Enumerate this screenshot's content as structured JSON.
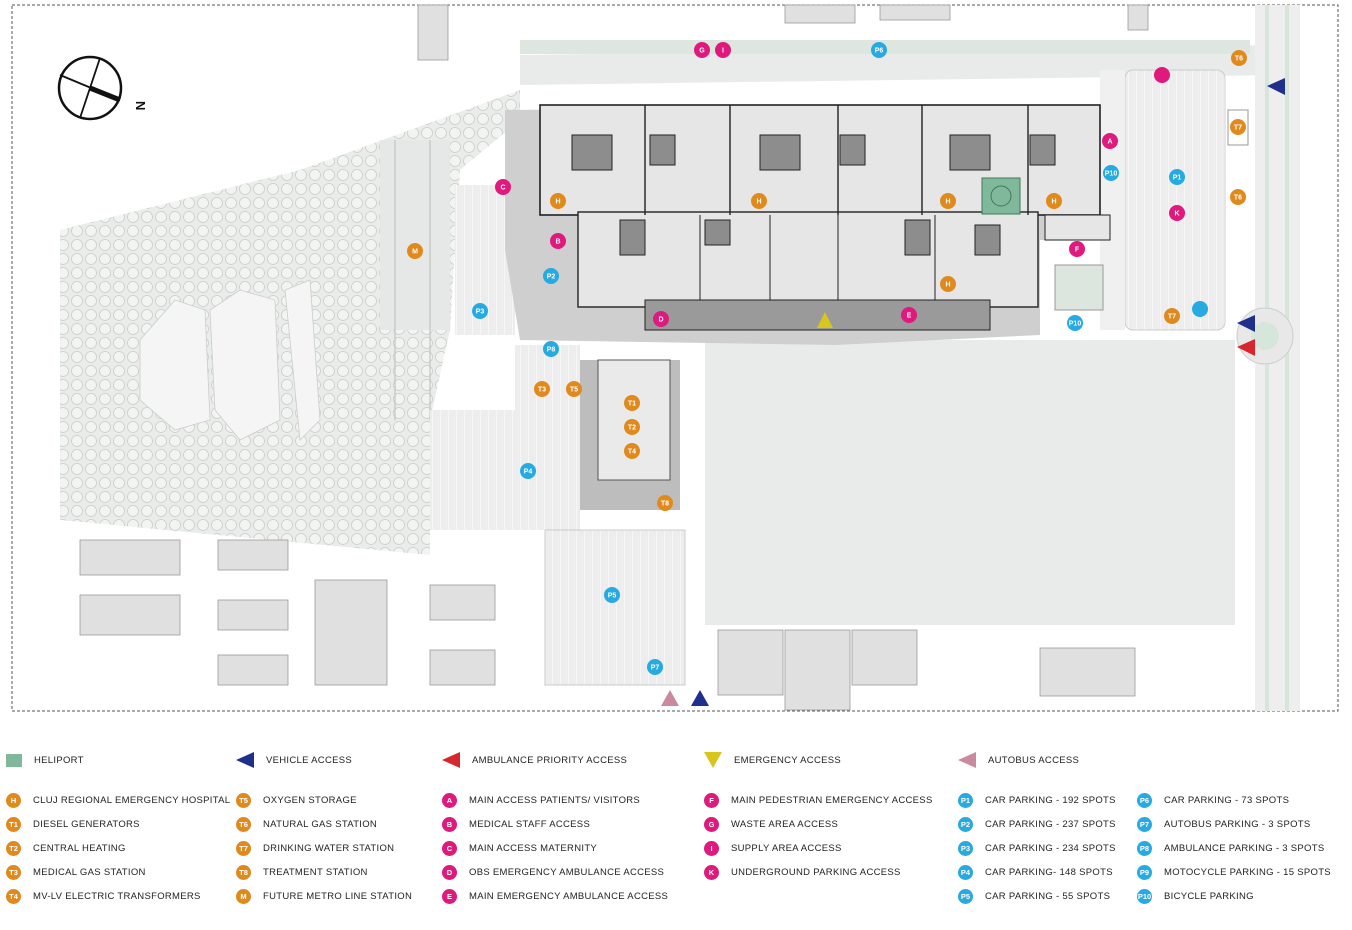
{
  "colors": {
    "hospital_orange": "#E08A1E",
    "access_magenta": "#E0197D",
    "parking_cyan": "#27AAE1",
    "heliport_green": "#7FB89A",
    "vehicle_blue": "#1E2F8C",
    "ambulance_red": "#D7262E",
    "emergency_yellow": "#D9C51C",
    "autobus_pink": "#C98AA0"
  },
  "map": {
    "north_label": "N",
    "markers": {
      "H": "H",
      "T1": "T1",
      "T2": "T2",
      "T3": "T3",
      "T4": "T4",
      "T5": "T5",
      "T6": "T6",
      "T7": "T7",
      "T8": "T8",
      "M": "M",
      "A": "A",
      "B": "B",
      "C": "C",
      "D": "D",
      "E": "E",
      "F": "F",
      "G": "G",
      "I": "I",
      "K": "K",
      "P1": "P1",
      "P2": "P2",
      "P3": "P3",
      "P4": "P4",
      "P5": "P5",
      "P6": "P6",
      "P7": "P7",
      "P8": "P8",
      "P10": "P10"
    }
  },
  "legend": {
    "heliport": "HELIPORT",
    "vehicle_access": "VEHICLE ACCESS",
    "ambulance_priority_access": "AMBULANCE PRIORITY ACCESS",
    "emergency_access": "EMERGENCY ACCESS",
    "autobus_access": "AUTOBUS ACCESS",
    "facilities": [
      {
        "code": "H",
        "label": "CLUJ REGIONAL EMERGENCY HOSPITAL"
      },
      {
        "code": "T1",
        "label": "DIESEL GENERATORS"
      },
      {
        "code": "T2",
        "label": "CENTRAL HEATING"
      },
      {
        "code": "T3",
        "label": "MEDICAL GAS STATION"
      },
      {
        "code": "T4",
        "label": "MV-LV ELECTRIC TRANSFORMERS"
      }
    ],
    "utilities": [
      {
        "code": "T5",
        "label": "OXYGEN STORAGE"
      },
      {
        "code": "T6",
        "label": "NATURAL GAS STATION"
      },
      {
        "code": "T7",
        "label": "DRINKING WATER STATION"
      },
      {
        "code": "T8",
        "label": "TREATMENT STATION"
      },
      {
        "code": "M",
        "label": "FUTURE METRO LINE STATION"
      }
    ],
    "accesses_1": [
      {
        "code": "A",
        "label": "MAIN ACCESS PATIENTS/ VISITORS"
      },
      {
        "code": "B",
        "label": "MEDICAL STAFF ACCESS"
      },
      {
        "code": "C",
        "label": "MAIN ACCESS MATERNITY"
      },
      {
        "code": "D",
        "label": "OBS EMERGENCY AMBULANCE ACCESS"
      },
      {
        "code": "E",
        "label": "MAIN EMERGENCY AMBULANCE ACCESS"
      }
    ],
    "accesses_2": [
      {
        "code": "F",
        "label": "MAIN PEDESTRIAN EMERGENCY ACCESS"
      },
      {
        "code": "G",
        "label": "WASTE AREA ACCESS"
      },
      {
        "code": "I",
        "label": "SUPPLY AREA ACCESS"
      },
      {
        "code": "K",
        "label": "UNDERGROUND PARKING ACCESS"
      }
    ],
    "parking_1": [
      {
        "code": "P1",
        "label": "CAR PARKING - 192 SPOTS"
      },
      {
        "code": "P2",
        "label": "CAR PARKING - 237 SPOTS"
      },
      {
        "code": "P3",
        "label": "CAR PARKING - 234 SPOTS"
      },
      {
        "code": "P4",
        "label": "CAR PARKING- 148 SPOTS"
      },
      {
        "code": "P5",
        "label": "CAR PARKING - 55 SPOTS"
      }
    ],
    "parking_2": [
      {
        "code": "P6",
        "label": "CAR PARKING -  73 SPOTS"
      },
      {
        "code": "P7",
        "label": "AUTOBUS PARKING - 3 SPOTS"
      },
      {
        "code": "P8",
        "label": "AMBULANCE PARKING - 3 SPOTS"
      },
      {
        "code": "P9",
        "label": "MOTOCYCLE PARKING - 15 SPOTS"
      },
      {
        "code": "P10",
        "label": "BICYCLE PARKING"
      }
    ]
  }
}
